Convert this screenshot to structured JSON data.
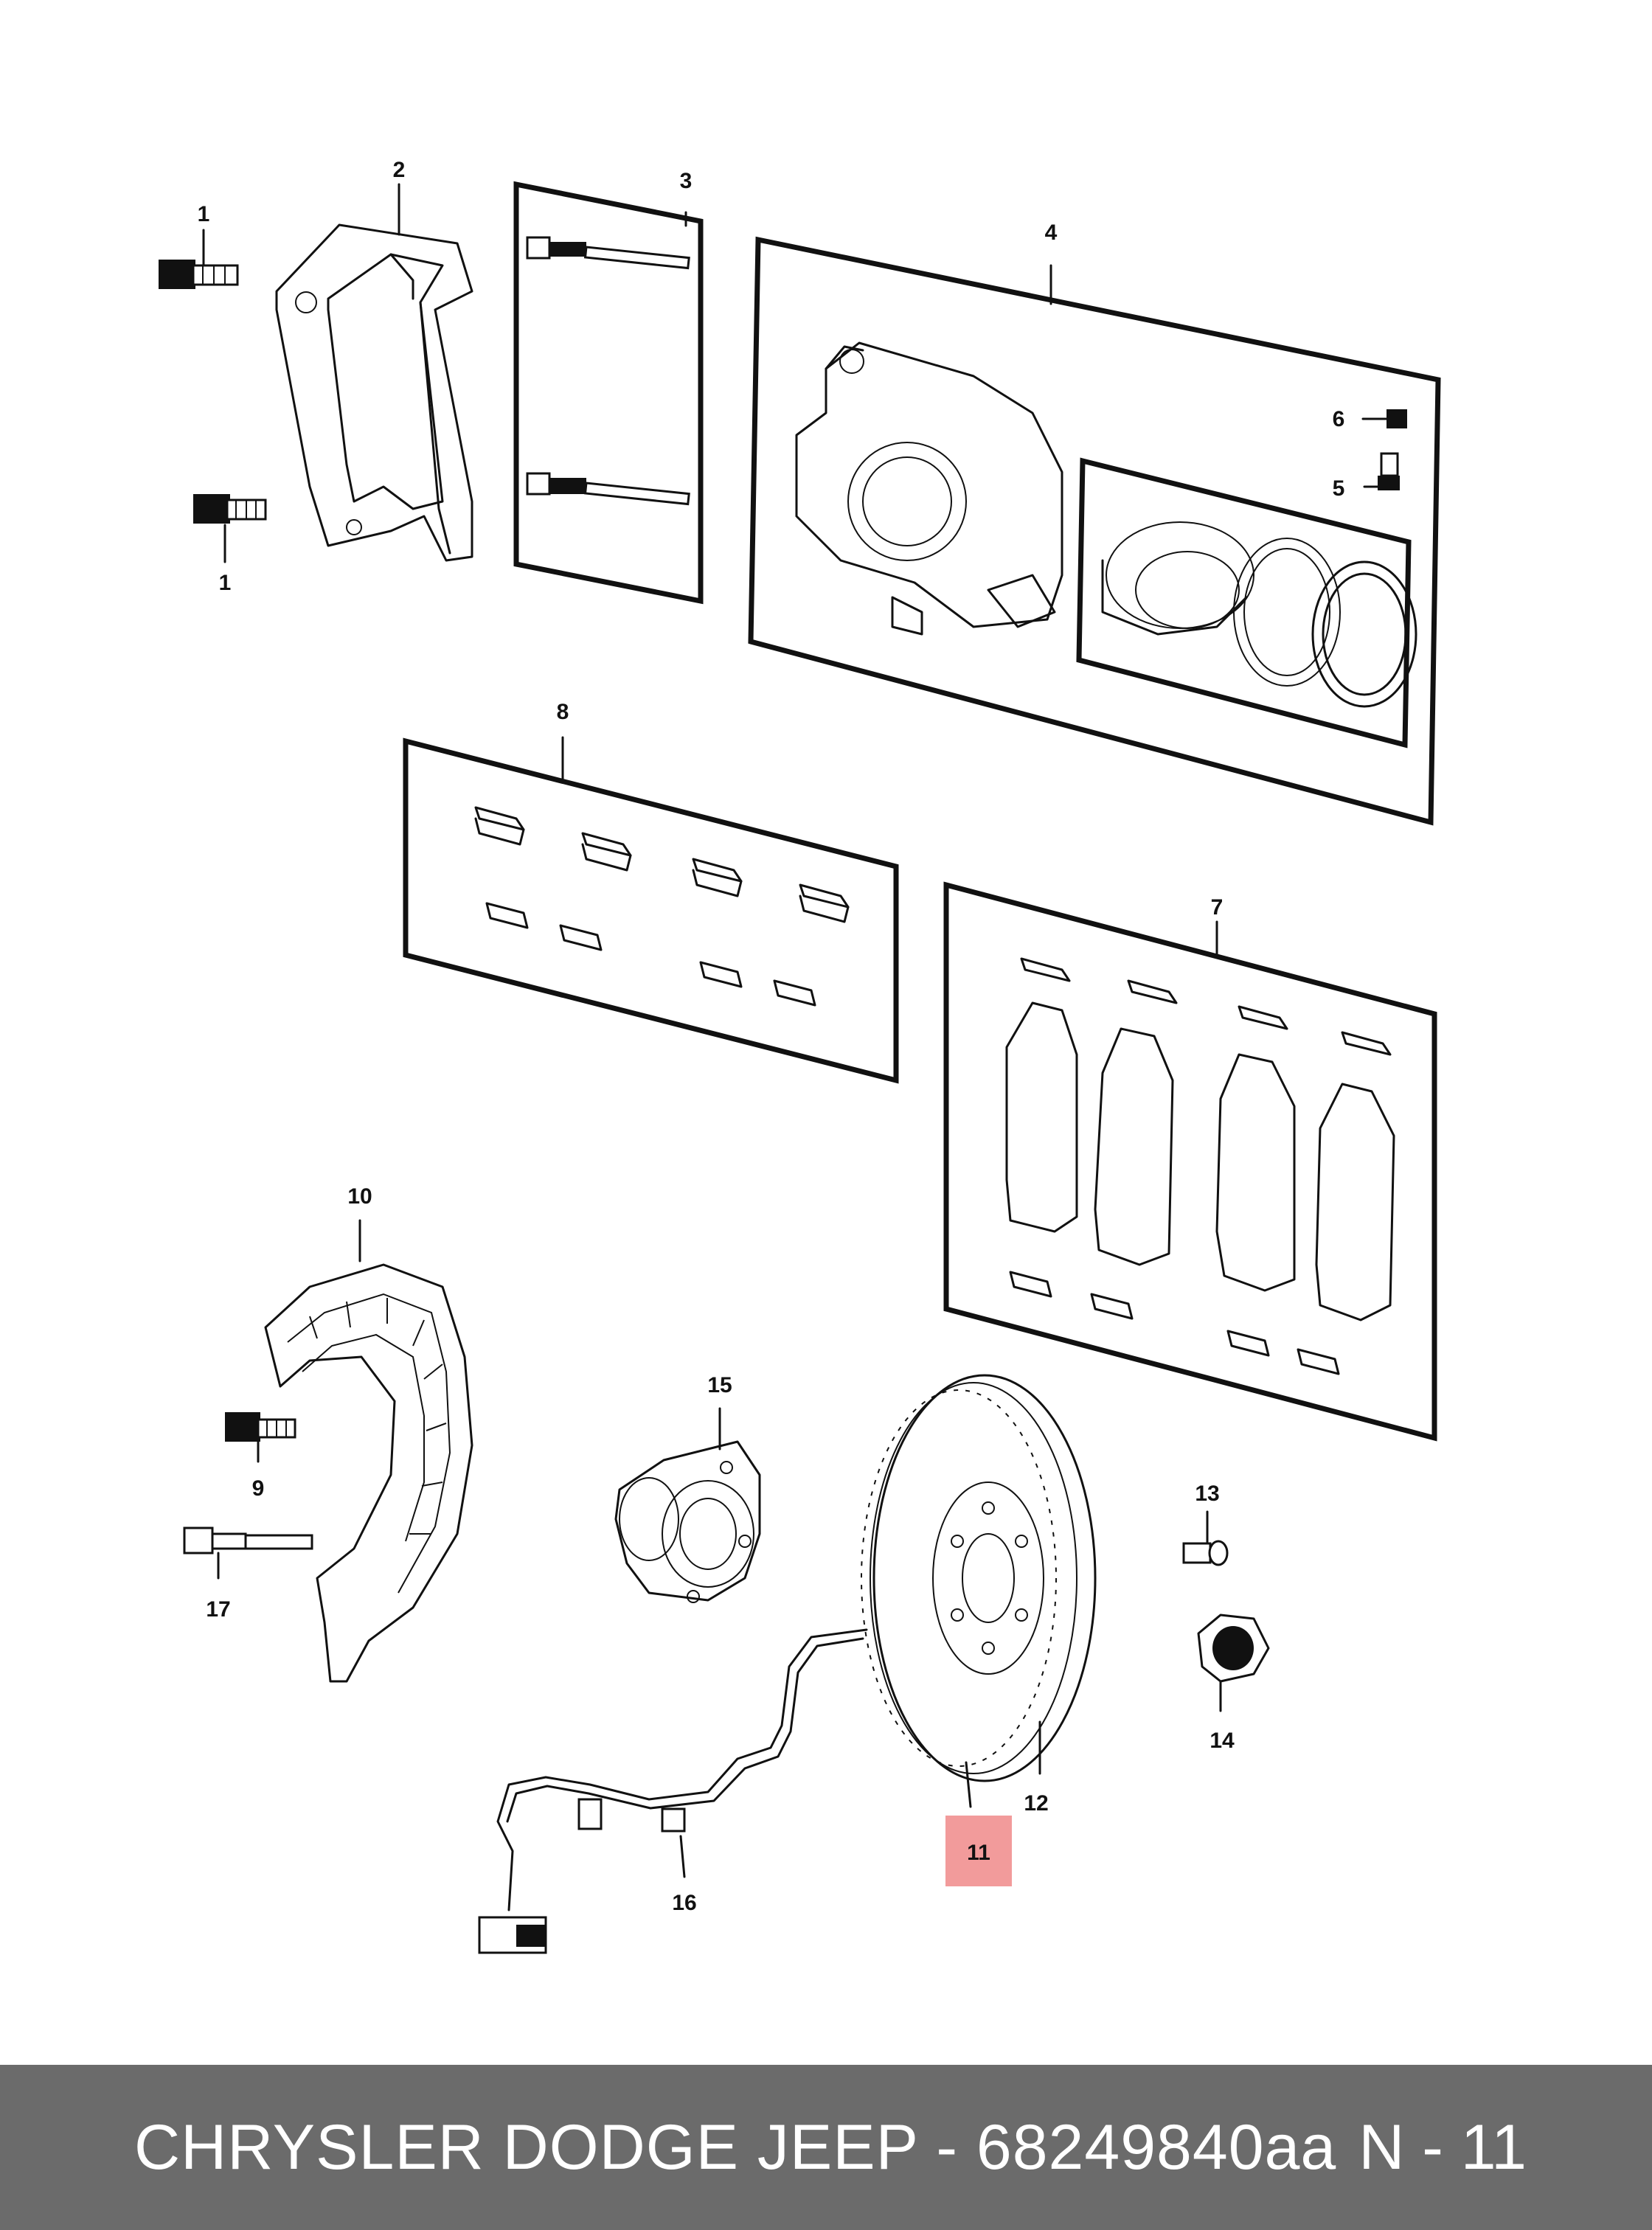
{
  "callouts": {
    "c1a": "1",
    "c1b": "1",
    "c2": "2",
    "c3": "3",
    "c4": "4",
    "c5": "5",
    "c6": "6",
    "c7": "7",
    "c8": "8",
    "c9": "9",
    "c10": "10",
    "c11": "11",
    "c12": "12",
    "c13": "13",
    "c14": "14",
    "c15": "15",
    "c16": "16",
    "c17": "17"
  },
  "highlighted_part": "11",
  "highlight_color": "#f08a8a",
  "footer": {
    "title": "CHRYSLER DODGE JEEP - 68249840aa",
    "page": "N - 11",
    "background": "#6b6b6b"
  }
}
